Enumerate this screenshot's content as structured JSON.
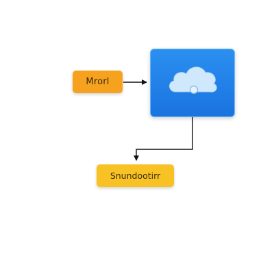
{
  "diagram": {
    "nodes": {
      "source": {
        "label": "Mrorl",
        "color": "#f6a21e"
      },
      "cloud": {
        "icon": "cloud-icon",
        "color": "#1a73e0"
      },
      "target": {
        "label": "Snundootirr",
        "color": "#f9c224"
      }
    },
    "edges": [
      {
        "from": "source",
        "to": "cloud"
      },
      {
        "from": "cloud",
        "to": "target"
      }
    ]
  }
}
